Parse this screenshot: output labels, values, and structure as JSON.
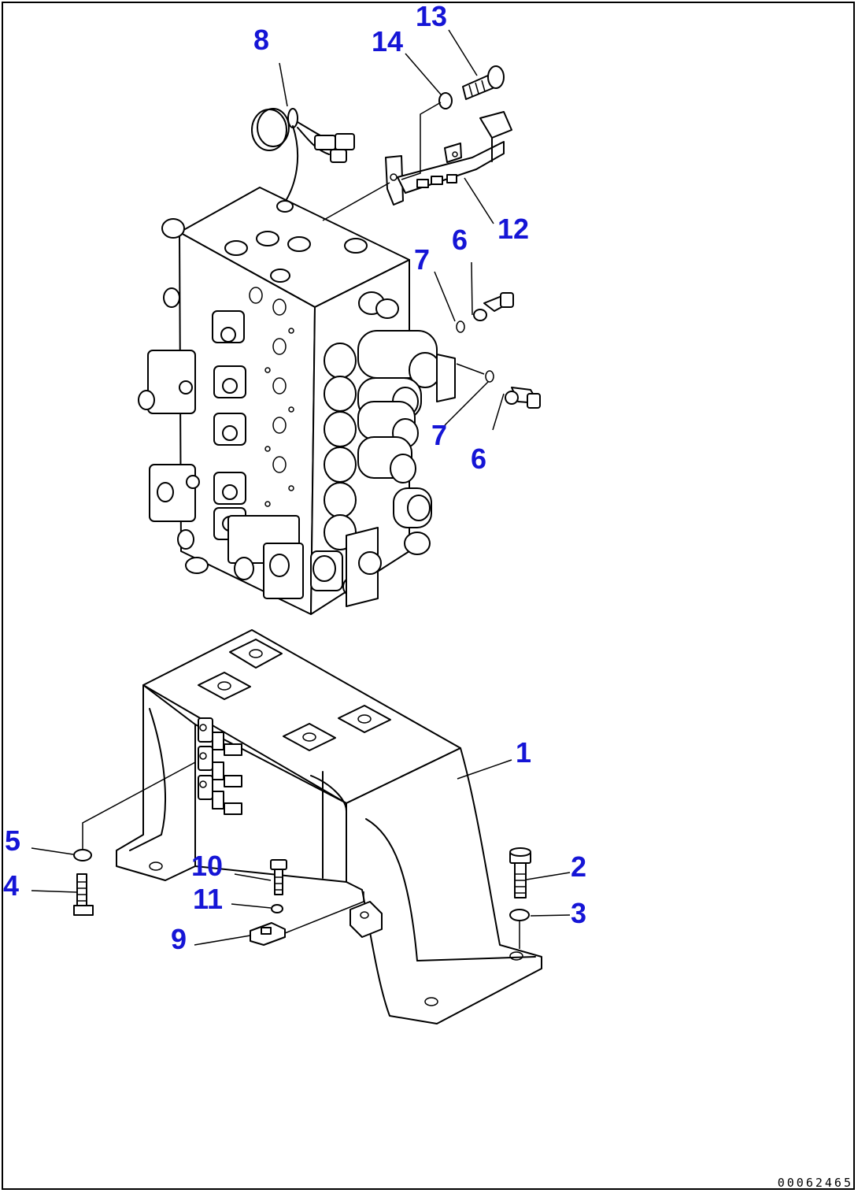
{
  "diagram": {
    "callouts": [
      {
        "id": "1",
        "label": "1"
      },
      {
        "id": "2",
        "label": "2"
      },
      {
        "id": "3",
        "label": "3"
      },
      {
        "id": "4",
        "label": "4"
      },
      {
        "id": "5",
        "label": "5"
      },
      {
        "id": "6a",
        "label": "6"
      },
      {
        "id": "6b",
        "label": "6"
      },
      {
        "id": "7a",
        "label": "7"
      },
      {
        "id": "7b",
        "label": "7"
      },
      {
        "id": "8",
        "label": "8"
      },
      {
        "id": "9",
        "label": "9"
      },
      {
        "id": "10",
        "label": "10"
      },
      {
        "id": "11",
        "label": "11"
      },
      {
        "id": "12",
        "label": "12"
      },
      {
        "id": "13",
        "label": "13"
      },
      {
        "id": "14",
        "label": "14"
      }
    ],
    "doc_number": "00062465",
    "callout_color": "#1515d6"
  }
}
